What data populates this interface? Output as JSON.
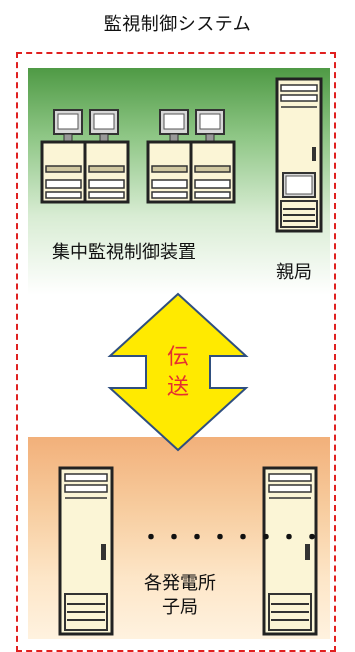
{
  "title": "監視制御システム",
  "top_section": {
    "label_left": "集中監視制御装置",
    "label_right": "親局"
  },
  "transmission": {
    "line1": "伝",
    "line2": "送"
  },
  "bottom_section": {
    "dots": "・・・・・・・・",
    "label_line1": "各発電所",
    "label_line2": "子局"
  },
  "colors": {
    "frame": "#e02020",
    "arrow_fill": "#ffea00",
    "arrow_stroke": "#2f4f7f",
    "transmission_text": "#e53030",
    "top_band": "#6aa85f",
    "bottom_band": "#f3b27b"
  }
}
